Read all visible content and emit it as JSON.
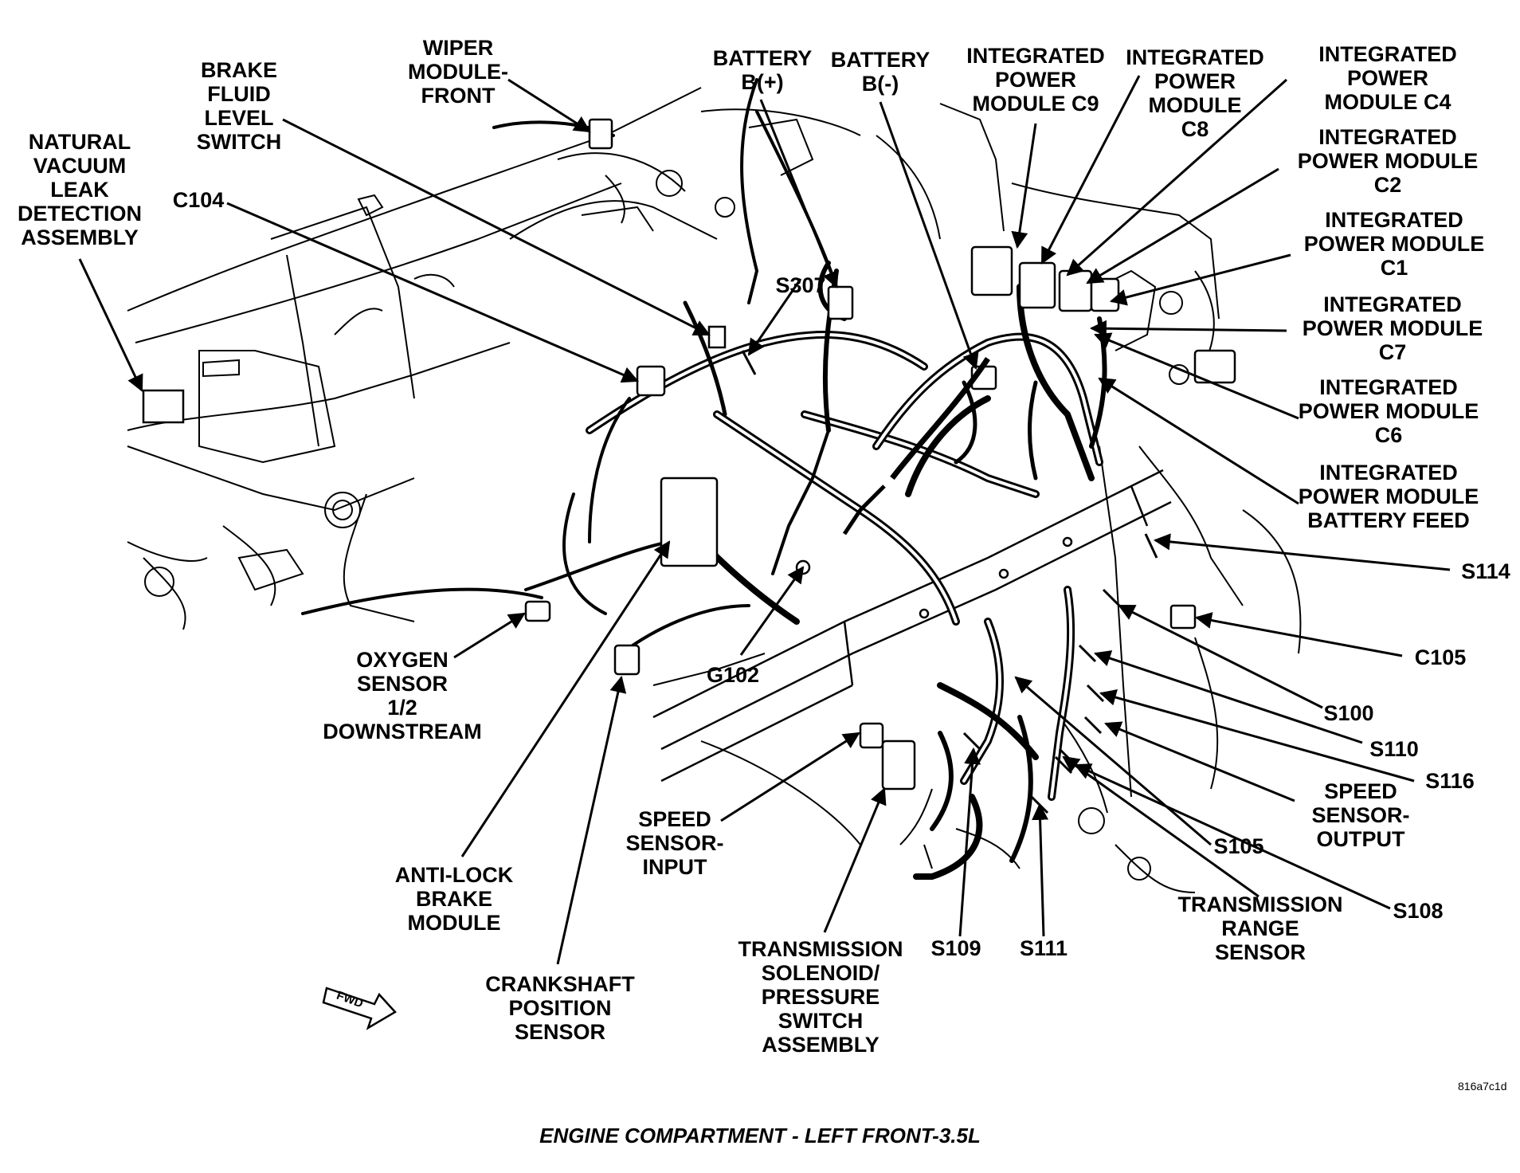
{
  "caption": "ENGINE COMPARTMENT - LEFT FRONT-3.5L",
  "figure_code": "816a7c1d",
  "fwd_label": "FWD",
  "labels": {
    "natural_vacuum": "NATURAL\nVACUUM\nLEAK\nDETECTION\nASSEMBLY",
    "brake_fluid": "BRAKE\nFLUID\nLEVEL\nSWITCH",
    "wiper_module": "WIPER\nMODULE-\nFRONT",
    "c104": "C104",
    "battery_pos": "BATTERY\nB(+)",
    "battery_neg": "BATTERY\nB(-)",
    "ipm_c9": "INTEGRATED\nPOWER\nMODULE C9",
    "ipm_c8": "INTEGRATED\nPOWER\nMODULE\nC8",
    "ipm_c4": "INTEGRATED\nPOWER\nMODULE C4",
    "ipm_c2": "INTEGRATED\nPOWER MODULE\nC2",
    "ipm_c1": "INTEGRATED\nPOWER MODULE\nC1",
    "ipm_c7": "INTEGRATED\nPOWER MODULE\nC7",
    "ipm_c6": "INTEGRATED\nPOWER MODULE\nC6",
    "ipm_battery_feed": "INTEGRATED\nPOWER MODULE\nBATTERY FEED",
    "s307": "S307",
    "s114": "S114",
    "c105": "C105",
    "s100": "S100",
    "s110": "S110",
    "s116": "S116",
    "speed_sensor_output": "SPEED\nSENSOR-\nOUTPUT",
    "s105": "S105",
    "s108": "S108",
    "transmission_range": "TRANSMISSION\nRANGE\nSENSOR",
    "s109": "S109",
    "s111": "S111",
    "oxygen_sensor": "OXYGEN\nSENSOR\n1/2\nDOWNSTREAM",
    "g102": "G102",
    "speed_sensor_input": "SPEED\nSENSOR-\nINPUT",
    "anti_lock": "ANTI-LOCK\nBRAKE\nMODULE",
    "crankshaft": "CRANKSHAFT\nPOSITION\nSENSOR",
    "trans_solenoid": "TRANSMISSION\nSOLENOID/\nPRESSURE\nSWITCH\nASSEMBLY"
  }
}
